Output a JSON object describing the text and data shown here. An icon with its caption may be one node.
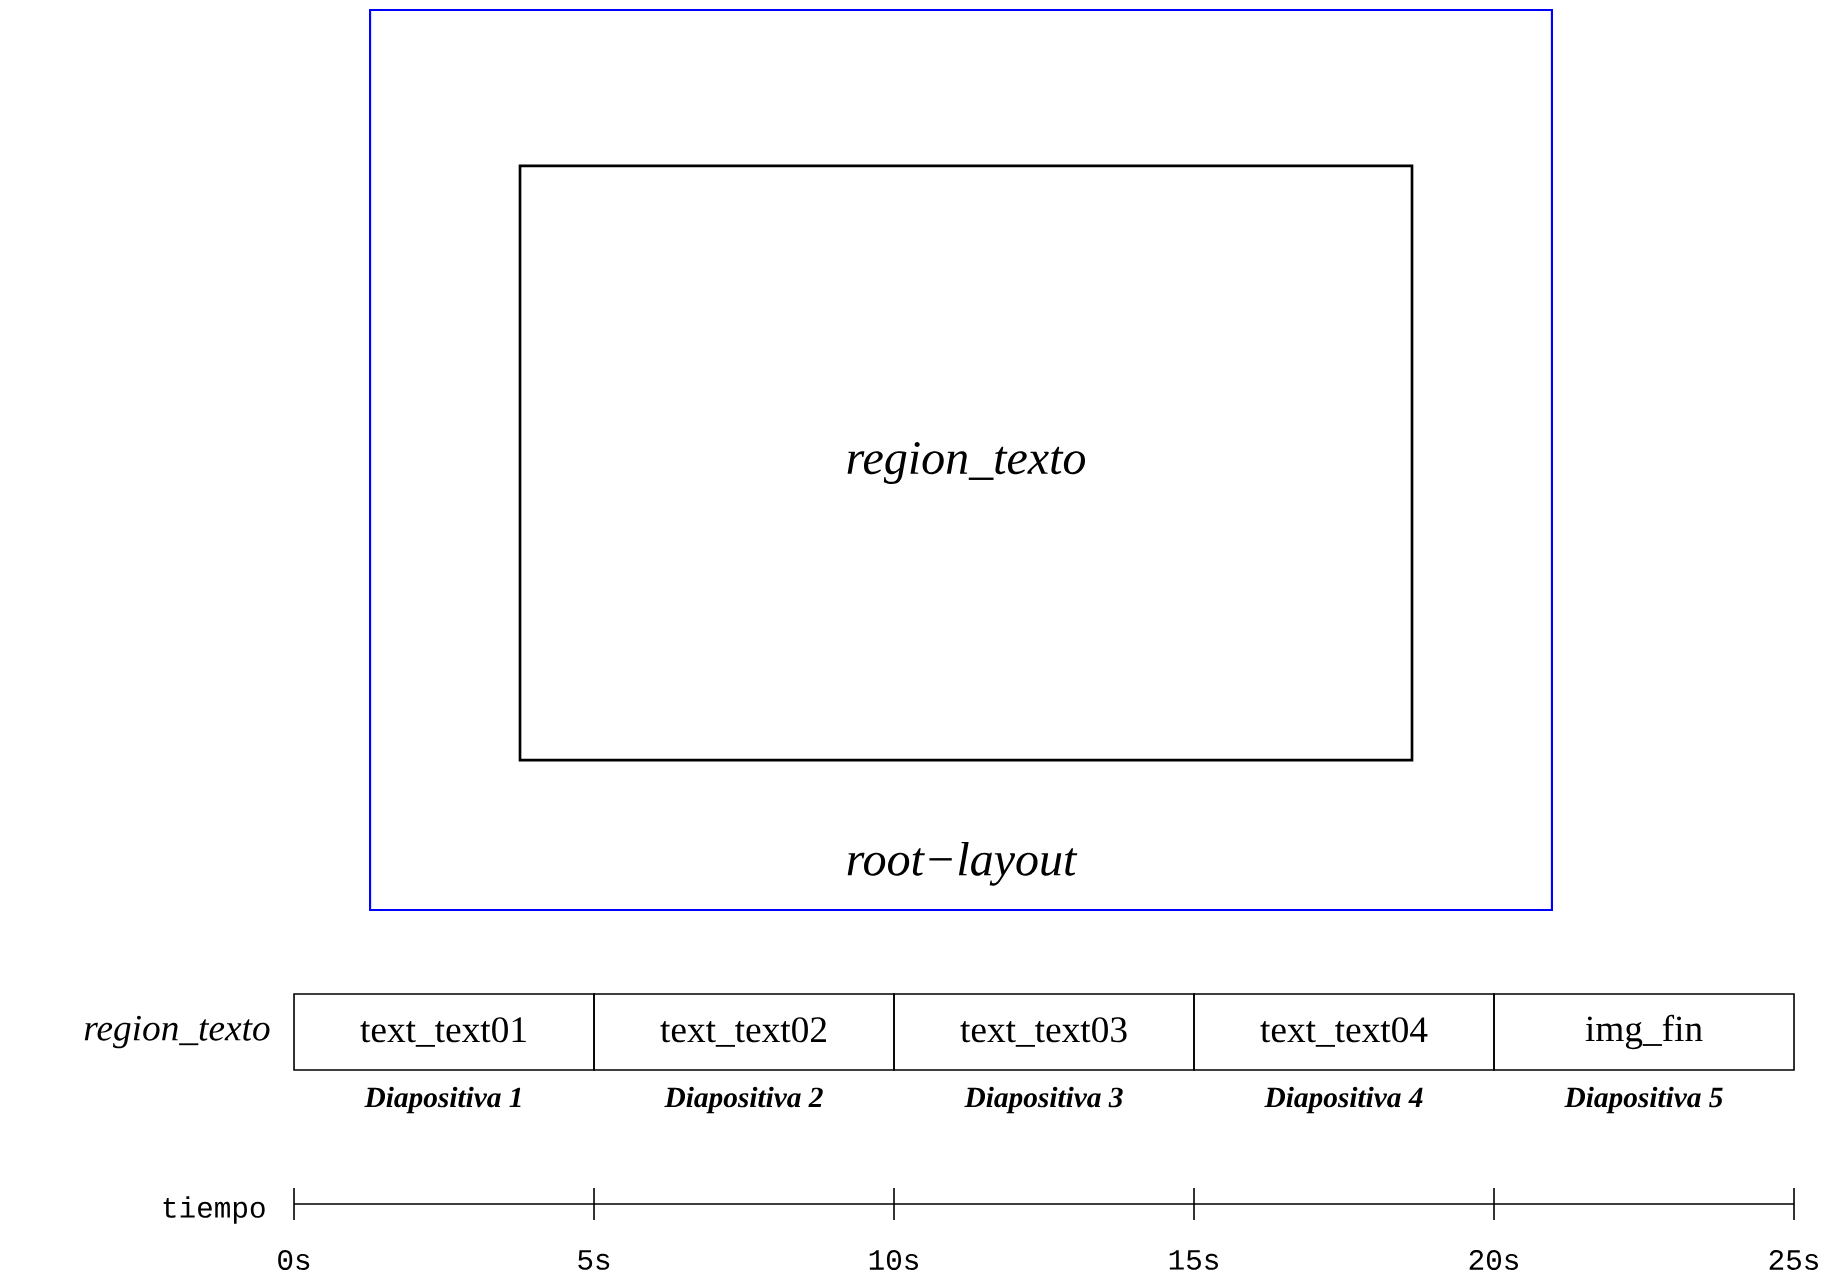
{
  "diagram": {
    "nodes": [
      {
        "text": [
          "root−layout"
        ]
      },
      {
        "text": [
          "region_texto"
        ],
        "in": 0
      },
      {
        "text": [
          "text_text01"
        ],
        "beside": [
          "Diapositiva 1"
        ]
      },
      {
        "text": [
          "text_text02"
        ],
        "beside": [
          "Diapositiva 2"
        ]
      },
      {
        "text": [
          "text_text03"
        ],
        "beside": [
          "Diapositiva 3"
        ]
      },
      {
        "text": [
          "text_text04"
        ],
        "beside": [
          "Diapositiva 4"
        ]
      },
      {
        "text": [
          "img_fin"
        ],
        "beside": [
          "Diapositiva 5"
        ]
      }
    ],
    "labels": [
      "region_texto",
      "tiempo",
      "0s",
      "5s",
      "10s",
      "15s",
      "20s",
      "25s"
    ]
  }
}
